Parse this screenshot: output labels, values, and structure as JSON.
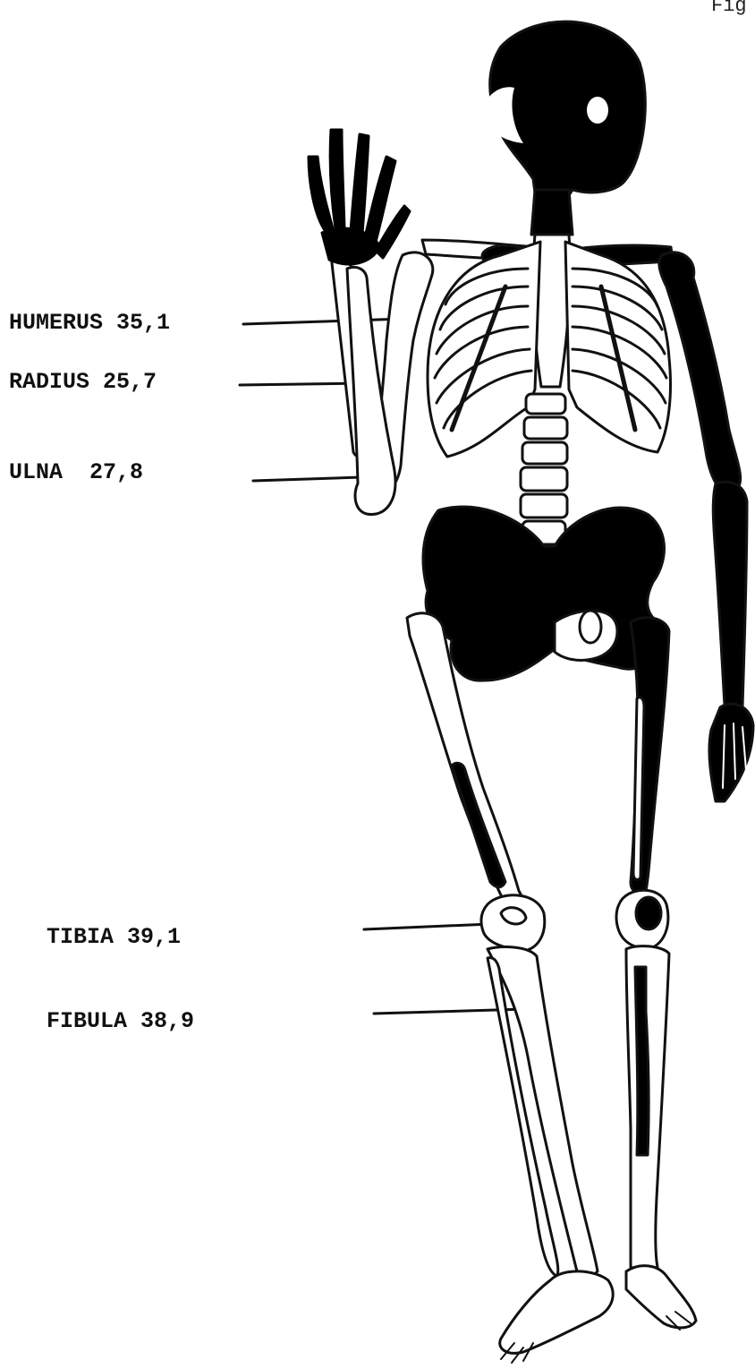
{
  "corner_text": "Fig",
  "labels": {
    "humerus": "HUMERUS 35,1",
    "radius": "RADIUS 25,7",
    "ulna": "ULNA  27,8",
    "tibia": "TIBIA 39,1",
    "fibula": "FIBULA 38,9"
  },
  "colors": {
    "ink": "#111111",
    "bone_fill": "#ffffff",
    "shaded_bone": "#000000"
  }
}
